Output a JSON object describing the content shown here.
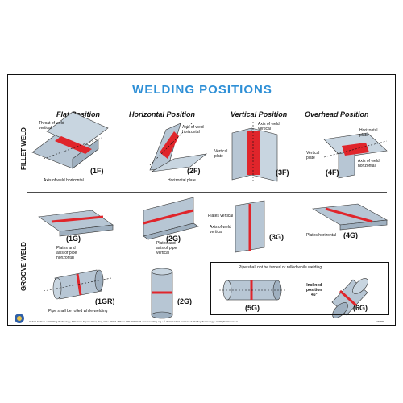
{
  "title": "WELDING POSITIONS",
  "columns": [
    "Flat Position",
    "Horizontal Position",
    "Vertical Position",
    "Overhead Position"
  ],
  "rows": [
    "FILLET WELD",
    "GROOVE WELD"
  ],
  "fillet": {
    "f1": {
      "code": "(1F)",
      "label_top": "Throat of weld\nvertical",
      "label_bottom": "Axis of weld horizontal"
    },
    "f2": {
      "code": "(2F)",
      "label_top": "Axis of weld\nhorizontal",
      "label_bottom": "Horizontal plate"
    },
    "f3": {
      "code": "(3F)",
      "label_top": "Axis of weld\nvertical",
      "label_left": "Vertical\nplate"
    },
    "f4": {
      "code": "(4F)",
      "label_top": "Horizontal\nplate",
      "label_left": "Vertical\nplate",
      "label_right": "Axis of weld\nhorizontal"
    }
  },
  "groove": {
    "g1": {
      "code": "(1G)",
      "label": "Plates and\naxis of pipe\nhorizontal"
    },
    "g2": {
      "code": "(2G)",
      "label": "Plates and\naxis of pipe\nvertical"
    },
    "g3": {
      "code": "(3G)",
      "label_top": "Plates vertical",
      "label_mid": "Axis of weld\nvertical"
    },
    "g4": {
      "code": "(4G)",
      "label": "Plates horizontal"
    },
    "g1r": {
      "code": "(1GR)",
      "label": "Pipe shall be rolled while welding"
    },
    "g2pipe": {
      "code": "(2G)"
    },
    "g5": {
      "code": "(5G)"
    },
    "g6": {
      "code": "(6G)",
      "label": "Inclined\nposition\n45°"
    },
    "box_note": "Pipe shall not be turned or rolled while welding"
  },
  "footer": "Hobart Institute of Welding Technology, 400 Trade Square East, Troy, Ohio 45373 • Phone 800-332-9448 • www.welding.org • © 2012, Hobart Institute of Welding Technology • All Rights Reserved",
  "footer_code": "EW808",
  "colors": {
    "title": "#2e8fd6",
    "weld": "#e0252b",
    "metal": "#b7c6d4"
  }
}
